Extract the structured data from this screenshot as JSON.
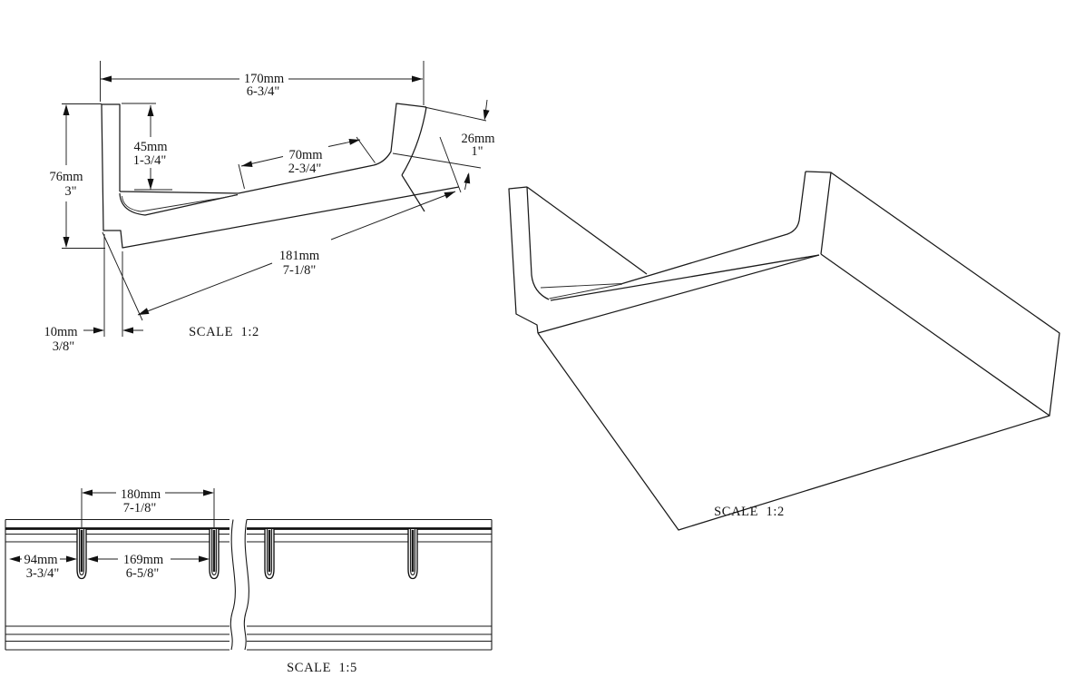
{
  "views": {
    "profile": {
      "scale_label": "SCALE  1:2",
      "dims": {
        "width_mm": "170mm",
        "width_in": "6-3/4\"",
        "ledge_mm": "45mm",
        "ledge_in": "1-3/4\"",
        "slope_mm": "70mm",
        "slope_in": "2-3/4\"",
        "rightwall_mm": "26mm",
        "rightwall_in": "1\"",
        "height_mm": "76mm",
        "height_in": "3\"",
        "panel_mm": "181mm",
        "panel_in": "7-1/8\"",
        "step_mm": "10mm",
        "step_in": "3/8\""
      }
    },
    "iso": {
      "scale_label": "SCALE  1:2"
    },
    "section": {
      "scale_label": "SCALE  1:5",
      "dims": {
        "pitch_mm": "180mm",
        "pitch_in": "7-1/8\"",
        "end_mm": "94mm",
        "end_in": "3-3/4\"",
        "gap_mm": "169mm",
        "gap_in": "6-5/8\""
      }
    }
  }
}
